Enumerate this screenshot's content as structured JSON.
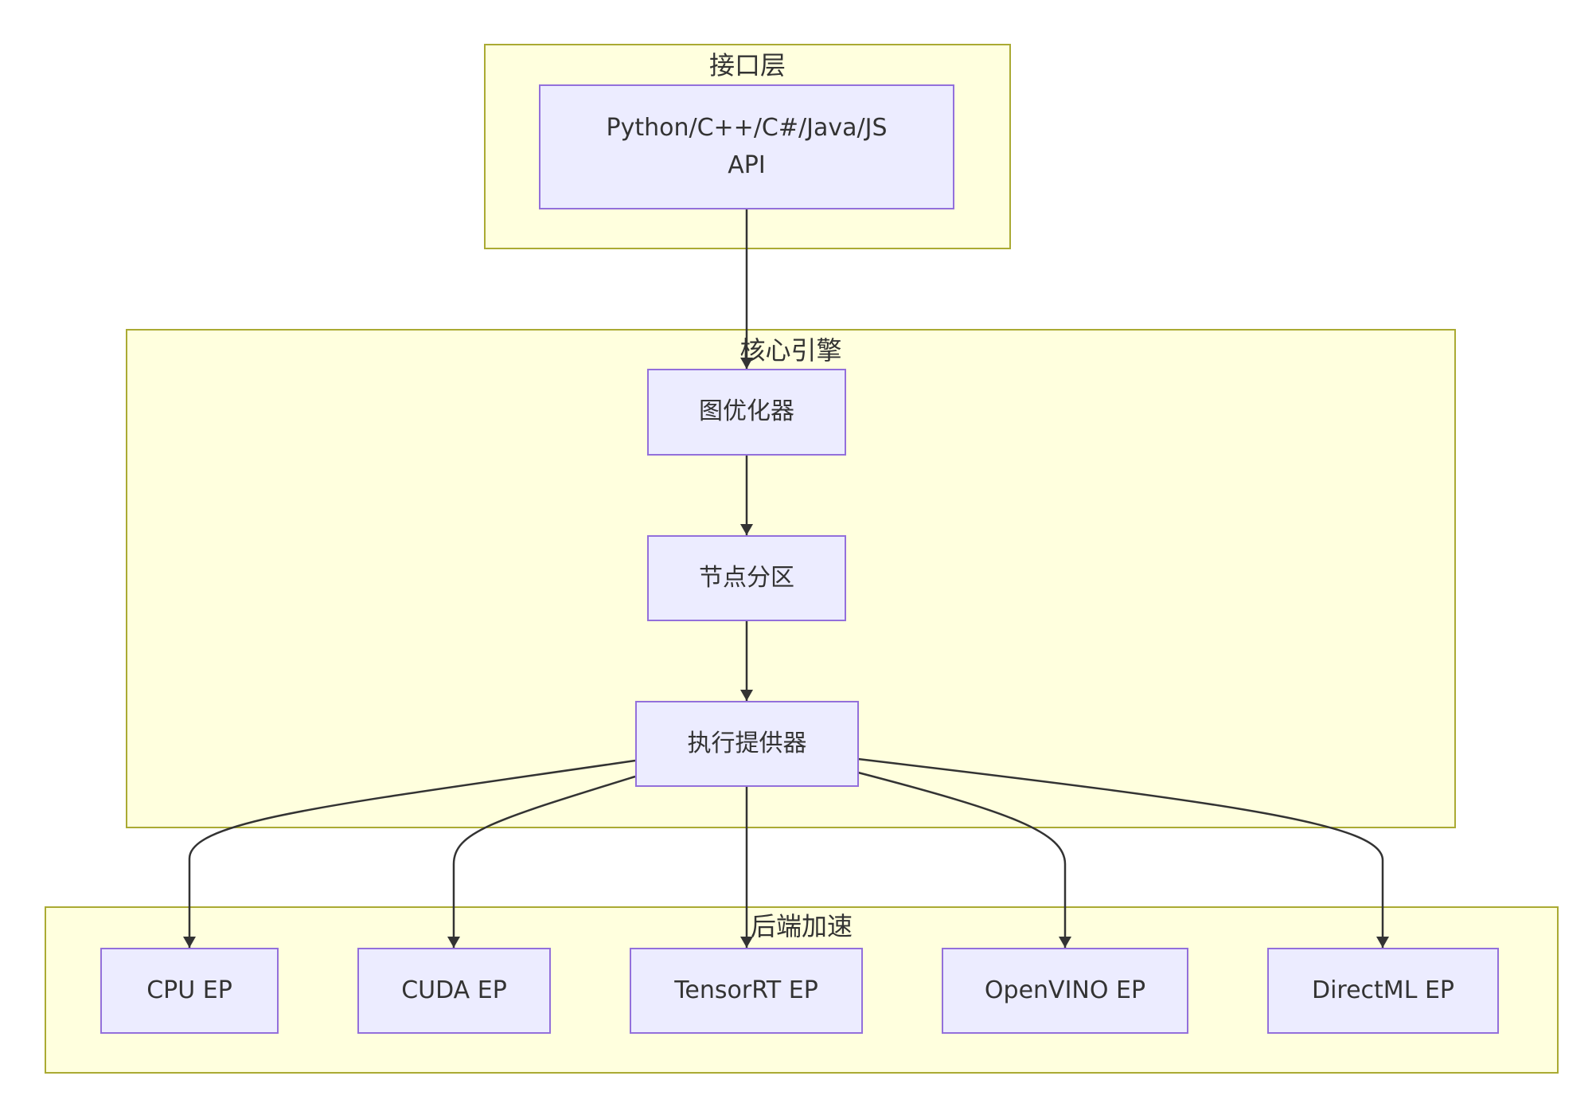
{
  "clusters": {
    "interface": {
      "title": "接口层"
    },
    "core": {
      "title": "核心引擎"
    },
    "backend": {
      "title": "后端加速"
    }
  },
  "nodes": {
    "api": {
      "line1": "Python/C++/C#/Java/JS",
      "line2": "API"
    },
    "graph_optimizer": {
      "label": "图优化器"
    },
    "node_partition": {
      "label": "节点分区"
    },
    "execution_provider": {
      "label": "执行提供器"
    },
    "cpu_ep": {
      "label": "CPU EP"
    },
    "cuda_ep": {
      "label": "CUDA EP"
    },
    "tensorrt_ep": {
      "label": "TensorRT EP"
    },
    "openvino_ep": {
      "label": "OpenVINO EP"
    },
    "directml_ep": {
      "label": "DirectML EP"
    }
  },
  "colors": {
    "cluster_fill": "#ffffde",
    "cluster_border": "#aaaa33",
    "node_fill": "#ececff",
    "node_border": "#9370db",
    "edge": "#333333",
    "text": "#333333"
  }
}
